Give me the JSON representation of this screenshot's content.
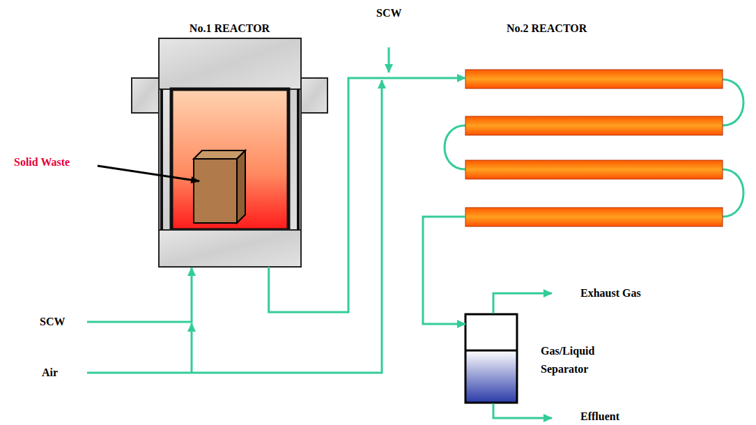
{
  "diagram": {
    "nodes": [
      {
        "text": [
          "No.1 REACTOR"
        ]
      },
      {
        "text": [
          "No.2 REACTOR"
        ]
      },
      {
        "text": [
          "Gas/Liquid Separator"
        ]
      }
    ],
    "edges": [
      {
        "from": 0,
        "to": 1,
        "arrow": "to"
      },
      {
        "from": 1,
        "to": 2,
        "arrow": "to"
      }
    ],
    "labels": [
      "SCW",
      "Solid Waste",
      "Exhaust Gas",
      "SCW",
      "Air",
      "Effluent"
    ]
  }
}
